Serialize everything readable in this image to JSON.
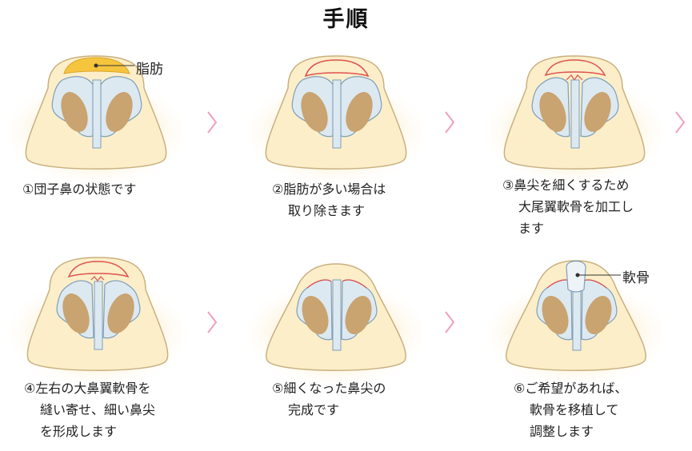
{
  "title": "手順",
  "colors": {
    "skin": "#fbeec9",
    "skin_outline": "#c9b07e",
    "glow": "#fde7b5",
    "cartilage": "#dde9f1",
    "cartilage_outline": "#7f9fb8",
    "nostril": "#c9a370",
    "fat": "#f6c53e",
    "cut_line": "#e05050",
    "arrow": "#f0a0b8"
  },
  "icons": {
    "arrow": "chevron-right-icon"
  },
  "labels": {
    "fat": "脂肪",
    "cartilage": "軟骨"
  },
  "steps": [
    {
      "lines": [
        "①団子鼻の状態です"
      ]
    },
    {
      "lines": [
        "②脂肪が多い場合は",
        "取り除きます"
      ]
    },
    {
      "lines": [
        "③鼻尖を細くするため",
        "大尾翼軟骨を加工し",
        "ます"
      ]
    },
    {
      "lines": [
        "④左右の大鼻翼軟骨を",
        "縫い寄せ、細い鼻尖",
        "を形成します"
      ]
    },
    {
      "lines": [
        "⑤細くなった鼻尖の",
        "完成です"
      ]
    },
    {
      "lines": [
        "⑥ご希望があれば、",
        "軟骨を移植して",
        "調整します"
      ]
    }
  ]
}
